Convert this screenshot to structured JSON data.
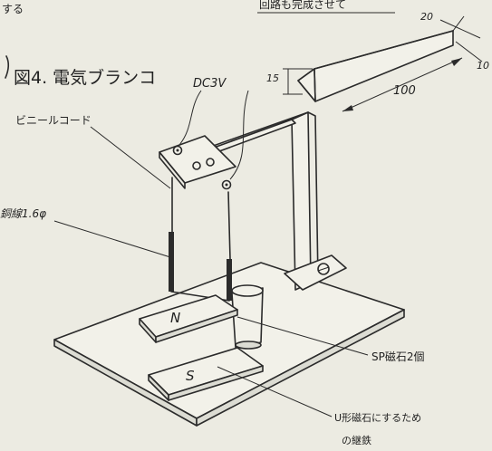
{
  "labels": {
    "top_left": "する",
    "top_center": "回路も完成させて",
    "figure_title": "図4. 電気ブランコ",
    "dc_voltage": "DC3V",
    "vinyl_cord": "ビニールコード",
    "wire": "銅線1.6φ",
    "magnet_n": "N",
    "magnet_s": "S",
    "sp_magnets": "SP磁石2個",
    "u_magnet_line1": "U形磁石にするため",
    "u_magnet_line2": "の継鉄"
  },
  "dimensions": {
    "height": "15",
    "width": "20",
    "depth": "10",
    "length": "100"
  },
  "colors": {
    "paper": "#ecebe2",
    "ink": "#2b2b2b"
  }
}
